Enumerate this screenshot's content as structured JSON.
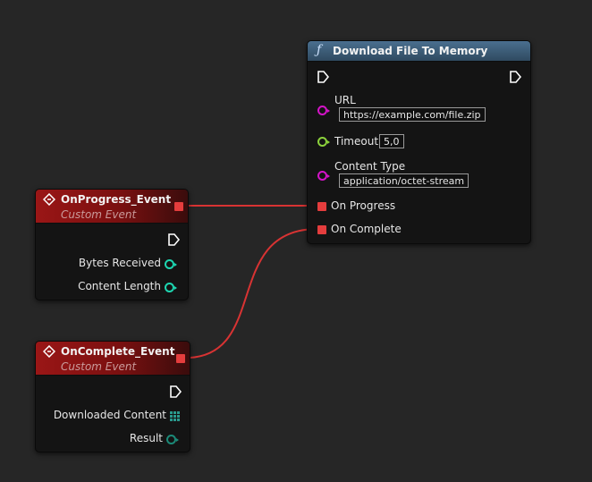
{
  "function_node": {
    "title": "Download File To Memory",
    "icon": "function-f-icon",
    "params": {
      "url_label": "URL",
      "url_value": "https://example.com/file.zip",
      "timeout_label": "Timeout",
      "timeout_value": "5,0",
      "content_type_label": "Content Type",
      "content_type_value": "application/octet-stream"
    },
    "delegates": {
      "on_progress": "On Progress",
      "on_complete": "On Complete"
    }
  },
  "progress_event": {
    "title": "OnProgress_Event",
    "subtitle": "Custom Event",
    "outputs": [
      "Bytes Received",
      "Content Length"
    ]
  },
  "complete_event": {
    "title": "OnComplete_Event",
    "subtitle": "Custom Event",
    "outputs": [
      "Downloaded Content",
      "Result"
    ]
  },
  "colors": {
    "canvas": "#262626",
    "node_body": "#141414",
    "function_header": "#3c5b76",
    "event_header": "#8e1414",
    "delegate_pin": "#e43d3d",
    "string_pin": "#d414c8",
    "float_pin": "#8cd23c",
    "int_pin": "#1dd6b1",
    "struct_pin": "#2a9a8e",
    "exec_pin": "#ffffff"
  }
}
